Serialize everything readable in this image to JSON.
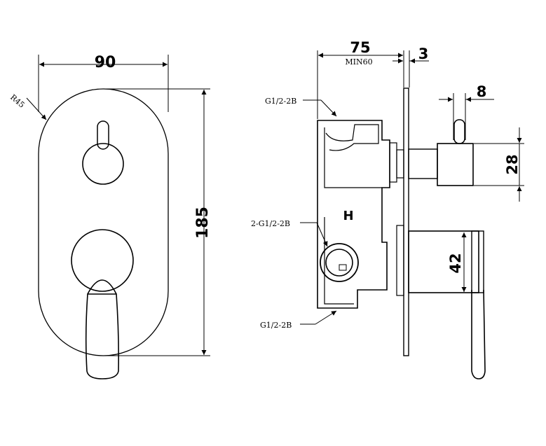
{
  "front_view": {
    "width_label": "90",
    "height_label": "185",
    "radius_label": "R45"
  },
  "side_view": {
    "depth_label": "75",
    "depth_min_label": "MIN60",
    "plate_label": "3",
    "pin_label": "8",
    "diverter_height_label": "28",
    "lever_height_label": "42",
    "hot_mark": "H",
    "port_top_label": "G1/2-2B",
    "port_mid_label": "2-G1/2-2B",
    "port_bottom_label": "G1/2-2B"
  }
}
